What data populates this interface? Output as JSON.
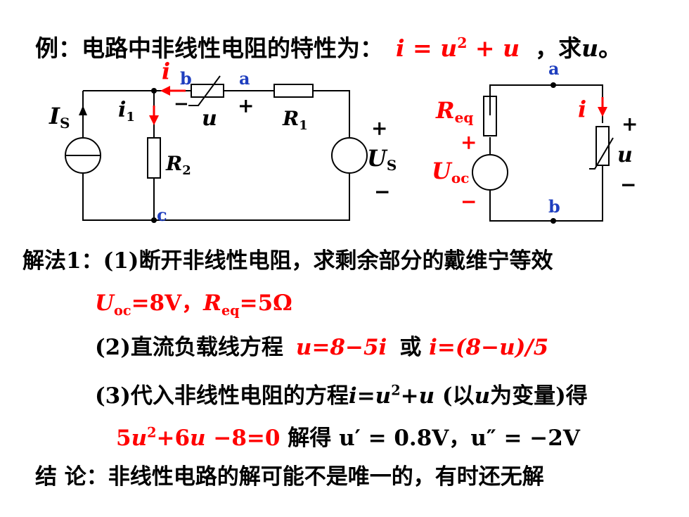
{
  "title": {
    "prefix": "例：电路中非线性电阻的特性为：",
    "formula_i": "i",
    "formula_eq": " = ",
    "formula_u": "u",
    "formula_exp": "2",
    "formula_plus": " + ",
    "formula_u2": "u",
    "suffix": "，求",
    "target": "u",
    "end": "。"
  },
  "circuit_left": {
    "source_label": "I",
    "source_sub": "S",
    "current_i1": "i",
    "current_i1_sub": "1",
    "current_i": "i",
    "node_b": "b",
    "node_a": "a",
    "node_c": "c",
    "minus": "−",
    "plus": "+",
    "voltage_u": "u",
    "R1": "R",
    "R1_sub": "1",
    "R2": "R",
    "R2_sub": "2",
    "us_plus": "+",
    "us_label": "U",
    "us_sub": "S",
    "us_minus": "−"
  },
  "circuit_right": {
    "node_a": "a",
    "node_b": "b",
    "req": "R",
    "req_sub": "eq",
    "plus_src": "+",
    "uoc": "U",
    "uoc_sub": "oc",
    "minus_src": "−",
    "current_i": "i",
    "plus_load": "+",
    "voltage_u": "u",
    "minus_load": "−"
  },
  "solution": {
    "line1": "解法1：(1)断开非线性电阻，求剩余部分的戴维宁等效",
    "line2_U": "U",
    "line2_Usub": "oc",
    "line2_Uval": "=8V，",
    "line2_R": "R",
    "line2_Rsub": "eq",
    "line2_Rval": "=5Ω",
    "line3_prefix": "(2)直流负载线方程",
    "line3_eq1": "u=8−5i",
    "line3_or": "或",
    "line3_eq2": "i=(8−u)/5",
    "line4_prefix": "(3)代入非线性电阻的方程",
    "line4_eq_i": "i",
    "line4_eq_mid": "=",
    "line4_eq_u": "u",
    "line4_eq_exp": "2",
    "line4_eq_plus": "+",
    "line4_eq_u2": "u",
    "line4_paren_open": " (以",
    "line4_paren_u": "u",
    "line4_paren_close": "为变量)得",
    "line5_eq_a": "5",
    "line5_eq_u": "u",
    "line5_eq_exp": "2",
    "line5_eq_b": "+6",
    "line5_eq_u2": "u",
    "line5_eq_c": " −8=0",
    "line5_solve": " 解得 ",
    "line5_sol1": "u′ = 0.8V，",
    "line5_sol2": "u″ = −2V",
    "line6_label": "结 论：",
    "line6_text": "非线性电路的解可能不是唯一的，有时还无解"
  },
  "colors": {
    "red": "#ff0000",
    "blue": "#1f3fbf",
    "black": "#000000"
  }
}
